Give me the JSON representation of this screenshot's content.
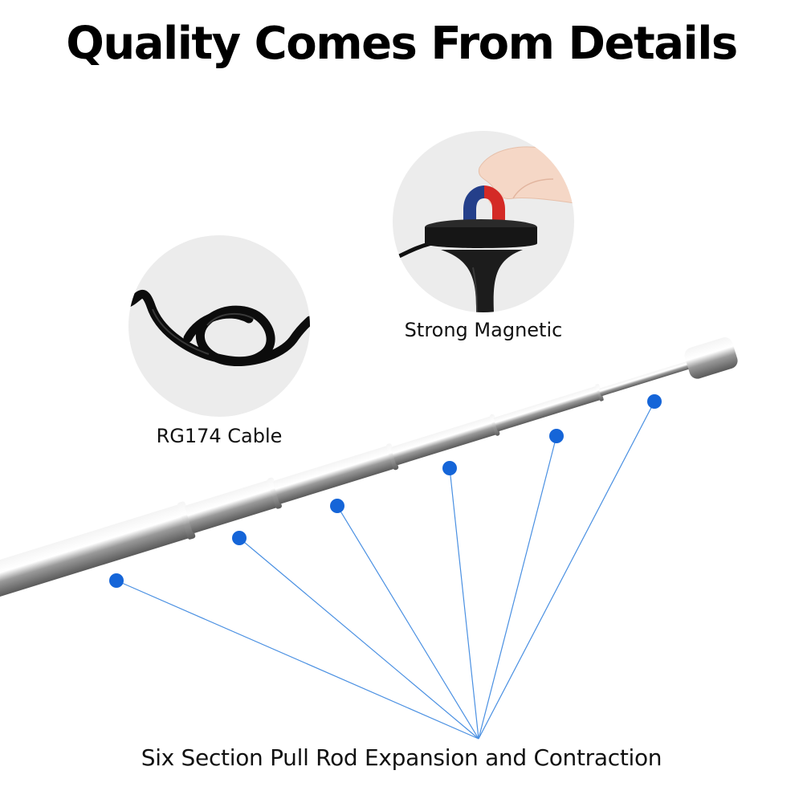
{
  "headline": "Quality Comes From Details",
  "features": {
    "cable_caption": "RG174 Cable",
    "magnet_caption": "Strong Magnetic",
    "rod_caption": "Six Section Pull Rod Expansion and Contraction"
  },
  "colors": {
    "marker": "#1565d8",
    "leader_line": "#4a90e2",
    "magnet_red": "#d42a26",
    "magnet_blue": "#243f8a",
    "circle_background": "#ececec"
  },
  "icons": [
    "cable-coil-image",
    "magnet-base-image",
    "telescopic-rod-image",
    "hand-image"
  ]
}
